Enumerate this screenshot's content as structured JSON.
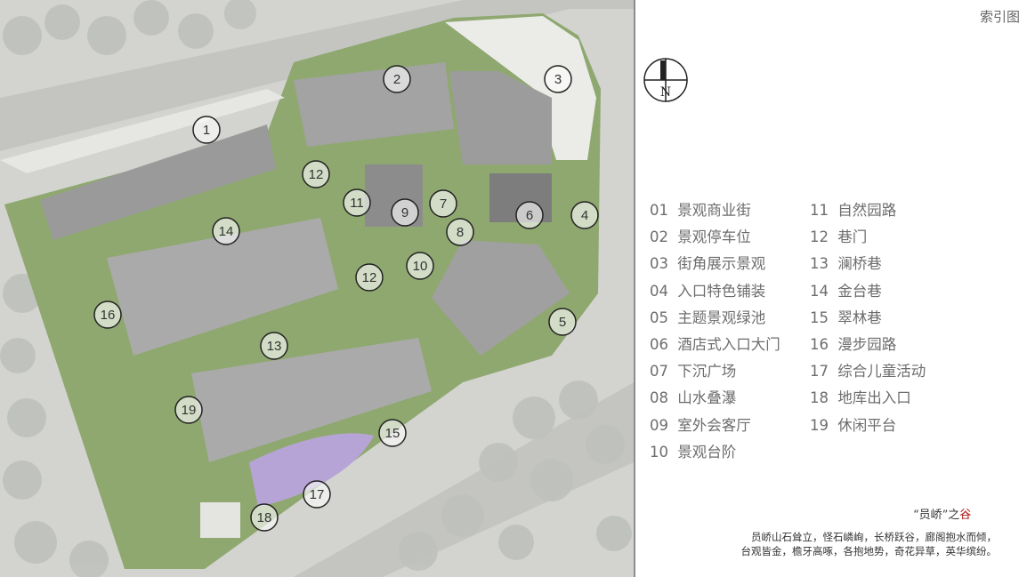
{
  "header": {
    "title": "索引图"
  },
  "compass": {
    "label": "N"
  },
  "legend": {
    "col1": [
      {
        "num": "01",
        "label": "景观商业街"
      },
      {
        "num": "02",
        "label": "景观停车位"
      },
      {
        "num": "03",
        "label": "街角展示景观"
      },
      {
        "num": "04",
        "label": "入口特色铺装"
      },
      {
        "num": "05",
        "label": "主题景观绿池"
      },
      {
        "num": "06",
        "label": "酒店式入口大门"
      },
      {
        "num": "07",
        "label": "下沉广场"
      },
      {
        "num": "08",
        "label": "山水叠瀑"
      },
      {
        "num": "09",
        "label": "室外会客厅"
      },
      {
        "num": "10",
        "label": "景观台阶"
      }
    ],
    "col2": [
      {
        "num": "11",
        "label": "自然园路"
      },
      {
        "num": "12",
        "label": "巷门"
      },
      {
        "num": "13",
        "label": "澜桥巷"
      },
      {
        "num": "14",
        "label": "金台巷"
      },
      {
        "num": "15",
        "label": "翠林巷"
      },
      {
        "num": "16",
        "label": "漫步园路"
      },
      {
        "num": "17",
        "label": "综合儿童活动"
      },
      {
        "num": "18",
        "label": "地库出入口"
      },
      {
        "num": "19",
        "label": "休闲平台"
      }
    ]
  },
  "poem": {
    "title_prefix": "“员峤”之",
    "title_highlight": "谷",
    "line1": "员峤山石耸立，怪石嶙峋，长桥跃谷，廊阁抱水而倾，",
    "line2": "台观皆金，檐牙高啄，各抱地势，奇花异草，英华缤纷。"
  },
  "map": {
    "markers": [
      "1",
      "2",
      "3",
      "4",
      "5",
      "6",
      "7",
      "8",
      "9",
      "10",
      "11",
      "12",
      "12",
      "13",
      "14",
      "15",
      "16",
      "17",
      "18",
      "19"
    ]
  },
  "colors": {
    "road": "#c9cac6",
    "green": "#8fa870",
    "building": "#9a9a9a",
    "plaza": "#ebebe8"
  }
}
